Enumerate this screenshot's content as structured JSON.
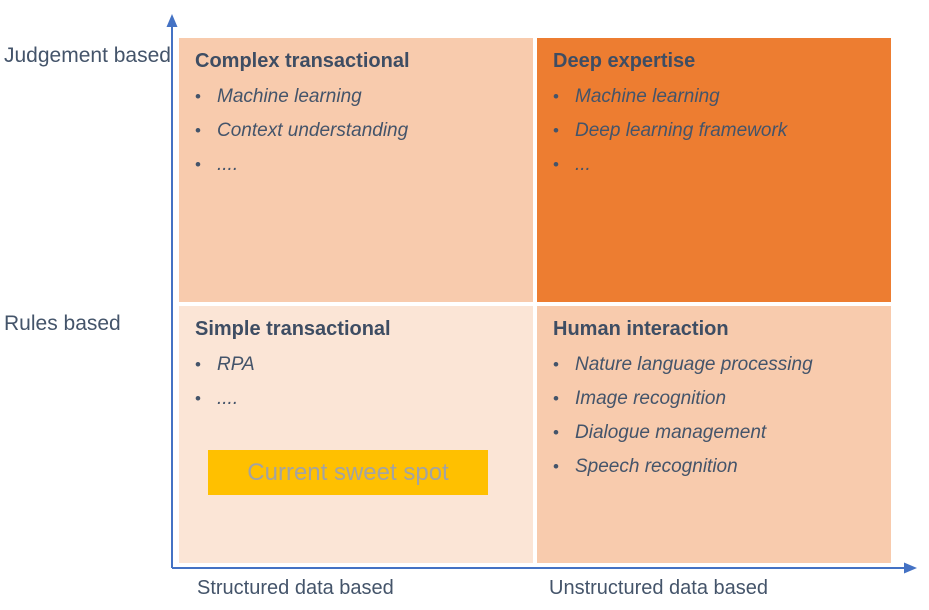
{
  "matrix": {
    "y_axis": {
      "top_label": "Judgement based",
      "bottom_label": "Rules based"
    },
    "x_axis": {
      "left_label": "Structured data based",
      "right_label": "Unstructured data based"
    },
    "quadrants": {
      "top_left": {
        "title": "Complex transactional",
        "items": [
          "Machine learning",
          "Context understanding",
          "...."
        ]
      },
      "top_right": {
        "title": "Deep expertise",
        "items": [
          "Machine learning",
          "Deep learning framework",
          "..."
        ]
      },
      "bottom_left": {
        "title": "Simple transactional",
        "items": [
          "RPA",
          "...."
        ]
      },
      "bottom_right": {
        "title": "Human interaction",
        "items": [
          "Nature language processing",
          "Image recognition",
          "Dialogue management",
          "Speech recognition"
        ]
      }
    },
    "callout": {
      "label": "Current sweet spot"
    },
    "bullet_glyph": "•"
  },
  "colors": {
    "quadrant_top_left": "#F8CBAD",
    "quadrant_top_right": "#ED7D31",
    "quadrant_bottom_left": "#FBE5D6",
    "quadrant_bottom_right": "#F8CBAD",
    "callout_bg": "#FFC000",
    "callout_text": "#A3A3A3",
    "axis": "#4472C4",
    "text": "#44546A"
  }
}
